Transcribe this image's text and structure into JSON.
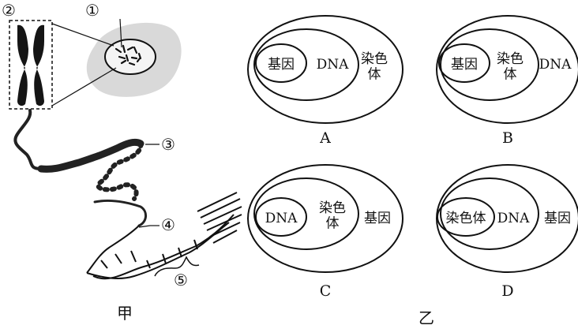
{
  "left_panel": {
    "caption": "甲",
    "markers": [
      "①",
      "②",
      "③",
      "④",
      "⑤"
    ]
  },
  "right_panel": {
    "caption": "乙",
    "options": [
      {
        "letter": "A",
        "inner": "基因",
        "middle": "DNA",
        "outer": "染色体"
      },
      {
        "letter": "B",
        "inner": "基因",
        "middle": "染色体",
        "outer": "DNA"
      },
      {
        "letter": "C",
        "inner": "DNA",
        "middle": "染色体",
        "outer": "基因"
      },
      {
        "letter": "D",
        "inner": "染色体",
        "middle": "DNA",
        "outer": "基因"
      }
    ]
  }
}
